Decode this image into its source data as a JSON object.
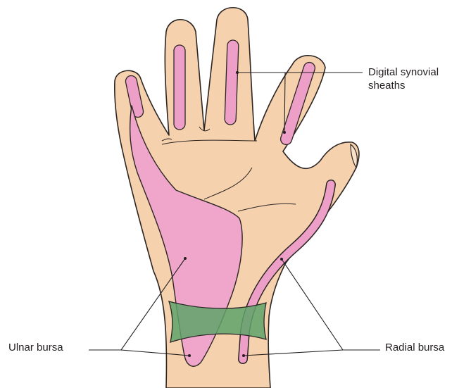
{
  "labels": {
    "digital_line1": "Digital synovial",
    "digital_line2": "sheaths",
    "ulnar": "Ulnar bursa",
    "radial": "Radial bursa"
  },
  "colors": {
    "skin": "#f6d1ad",
    "outline": "#2b2523",
    "sheath_fill": "#ee9fc7",
    "bursa_fill": "#f0a6cb",
    "retinaculum_fill": "#5fa36a",
    "leader_line": "#231f20"
  }
}
